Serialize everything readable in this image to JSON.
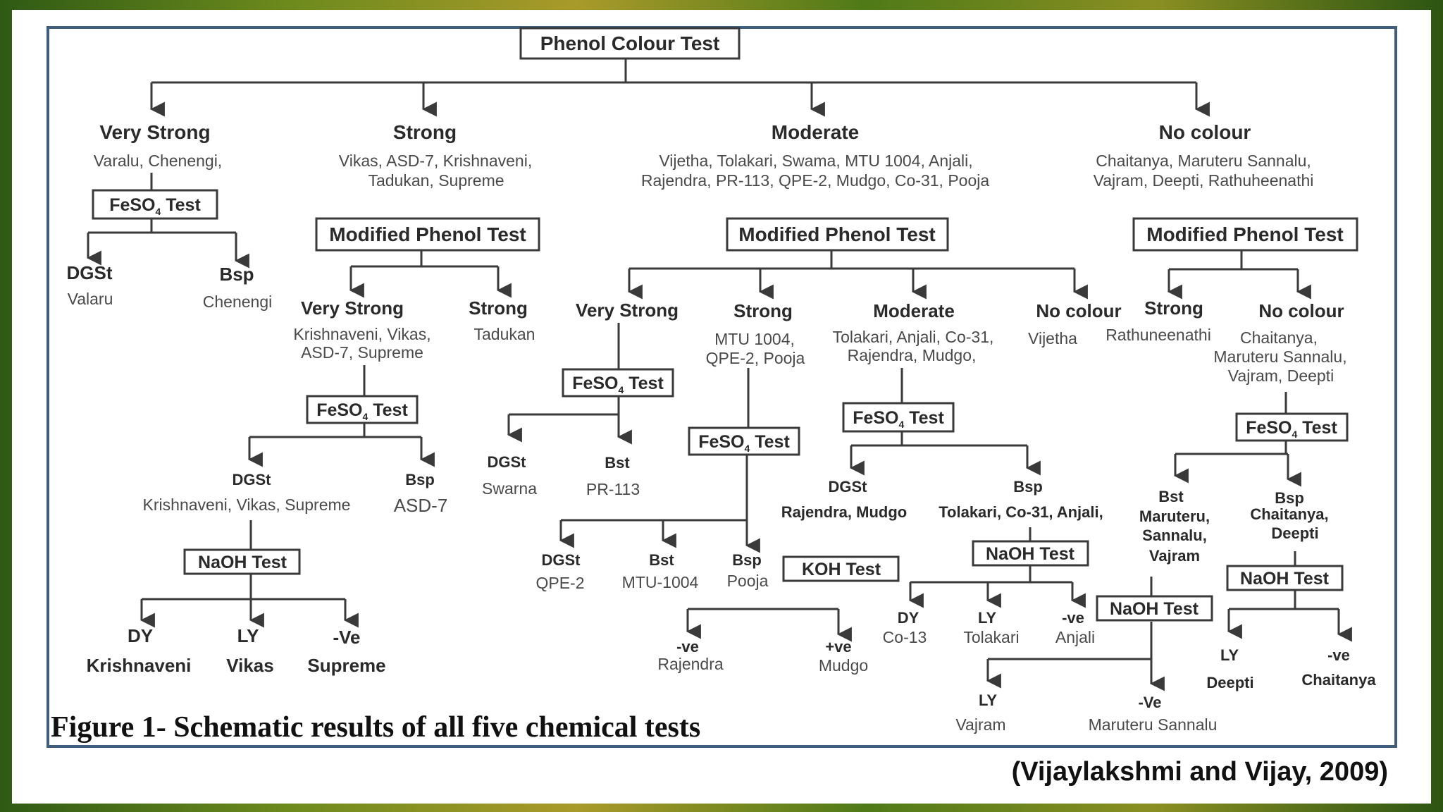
{
  "diagram": {
    "root": "Phenol Colour Test",
    "caption": "Figure 1- Schematic results of all five chemical tests",
    "citation": "(Vijaylakshmi and Vijay, 2009)",
    "very_strong": {
      "label": "Very Strong",
      "varieties": "Varalu, Chenengi,",
      "test": "FeSO4 Test",
      "dgst": {
        "label": "DGSt",
        "variety": "Valaru"
      },
      "bsp": {
        "label": "Bsp",
        "variety": "Chenengi"
      }
    },
    "strong": {
      "label": "Strong",
      "varieties_line1": "Vikas, ASD-7, Krishnaveni,",
      "varieties_line2": "Tadukan, Supreme",
      "test": "Modified Phenol Test",
      "very_strong": {
        "label": "Very Strong",
        "line1": "Krishnaveni, Vikas,",
        "line2": "ASD-7, Supreme"
      },
      "strong": {
        "label": "Strong",
        "variety": "Tadukan"
      },
      "feso4_test": "FeSO4 Test",
      "dgst": {
        "label": "DGSt",
        "varieties": "Krishnaveni, Vikas, Supreme"
      },
      "bsp": {
        "label": "Bsp",
        "variety": "ASD-7"
      },
      "naoh_test": "NaOH Test",
      "dy": {
        "label": "DY",
        "variety": "Krishnaveni"
      },
      "ly": {
        "label": "LY",
        "variety": "Vikas"
      },
      "neg": {
        "label": "-Ve",
        "variety": "Supreme"
      }
    },
    "moderate": {
      "label": "Moderate",
      "varieties_line1": "Vijetha, Tolakari, Swama, MTU 1004, Anjali,",
      "varieties_line2": "Rajendra, PR-113, QPE-2, Mudgo, Co-31, Pooja",
      "test": "Modified Phenol Test",
      "very_strong": {
        "label": "Very Strong",
        "test": "FeSO4 Test",
        "dgst": {
          "label": "DGSt",
          "variety": "Swarna"
        },
        "bst": {
          "label": "Bst",
          "variety": "PR-113"
        }
      },
      "strong": {
        "label": "Strong",
        "line1": "MTU 1004,",
        "line2": "QPE-2, Pooja",
        "test": "FeSO4 Test",
        "dgst": {
          "label": "DGSt",
          "variety": "QPE-2"
        },
        "bst": {
          "label": "Bst",
          "variety": "MTU-1004"
        },
        "bsp": {
          "label": "Bsp",
          "variety": "Pooja"
        },
        "koh_test": "KOH Test",
        "neg": {
          "label": "-ve",
          "variety": "Rajendra"
        },
        "pos": {
          "label": "+ve",
          "variety": "Mudgo"
        }
      },
      "moderate": {
        "label": "Moderate",
        "line1": "Tolakari, Anjali, Co-31,",
        "line2": "Rajendra, Mudgo,",
        "test": "FeSO4 Test",
        "dgst": {
          "label": "DGSt",
          "varieties": "Rajendra, Mudgo"
        },
        "bsp": {
          "label": "Bsp",
          "varieties": "Tolakari, Co-31, Anjali,"
        },
        "naoh_test": "NaOH Test",
        "dy": {
          "label": "DY",
          "variety": "Co-13"
        },
        "ly": {
          "label": "LY",
          "variety": "Tolakari"
        },
        "neg": {
          "label": "-ve",
          "variety": "Anjali"
        }
      },
      "no_colour": {
        "label": "No colour",
        "variety": "Vijetha"
      }
    },
    "no_colour": {
      "label": "No colour",
      "varieties_line1": "Chaitanya, Maruteru Sannalu,",
      "varieties_line2": "Vajram, Deepti, Rathuheenathi",
      "test": "Modified Phenol Test",
      "strong": {
        "label": "Strong",
        "variety": "Rathuneenathi"
      },
      "no_colour": {
        "label": "No colour",
        "line1": "Chaitanya,",
        "line2": "Maruteru Sannalu,",
        "line3": "Vajram, Deepti"
      },
      "feso4_test": "FeSO4 Test",
      "bst": {
        "label": "Bst",
        "line1": "Maruteru,",
        "line2": "Sannalu,",
        "line3": "Vajram"
      },
      "bsp": {
        "label": "Bsp",
        "line1": "Chaitanya,",
        "line2": "Deepti"
      },
      "naoh_test_left": "NaOH Test",
      "ly_left": {
        "label": "LY",
        "variety": "Vajram"
      },
      "neg_left": {
        "label": "-Ve",
        "variety": "Maruteru Sannalu"
      },
      "naoh_test_right": "NaOH Test",
      "ly_right": {
        "label": "LY",
        "variety": "Deepti"
      },
      "neg_right": {
        "label": "-ve",
        "variety": "Chaitanya"
      }
    }
  }
}
